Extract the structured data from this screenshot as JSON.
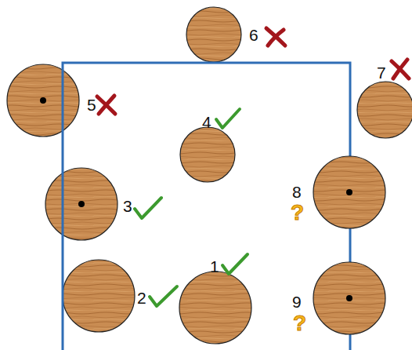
{
  "diagram": {
    "labels": [
      "6",
      "7",
      "5",
      "4",
      "3",
      "8",
      "?",
      "1",
      "2",
      "9",
      "?"
    ]
  }
}
